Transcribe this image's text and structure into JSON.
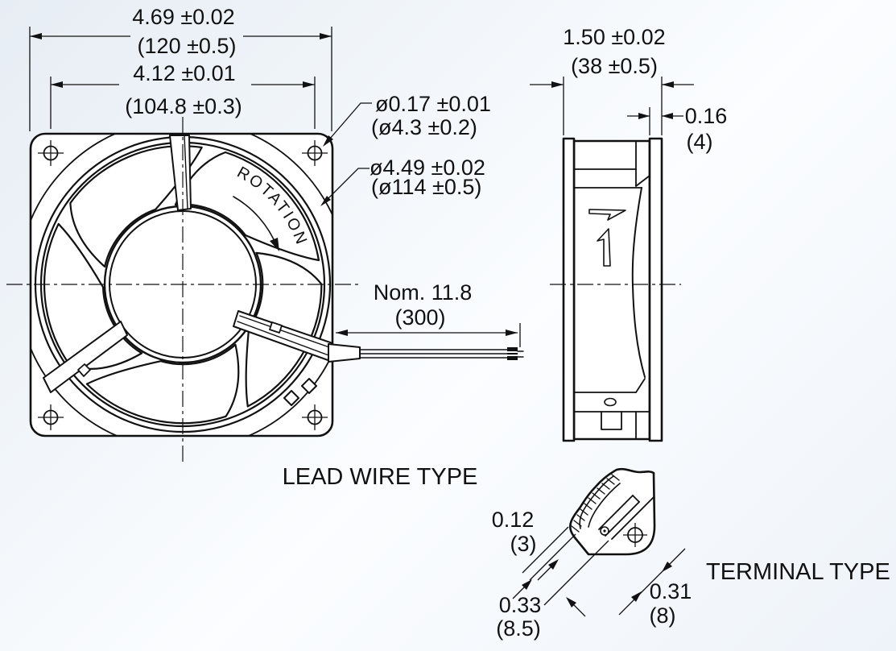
{
  "drawing": {
    "front_view": {
      "caption": "LEAD WIRE TYPE",
      "rotation_label": "ROTATION",
      "width_dim": {
        "inches": "4.69 ±0.02",
        "mm": "(120 ±0.5)"
      },
      "hole_pitch_dim": {
        "inches": "4.12 ±0.01",
        "mm": "(104.8 ±0.3)"
      },
      "mount_hole_dim": {
        "inches": "ø0.17 ±0.01",
        "mm": "(ø4.3 ±0.2)"
      },
      "venturi_dim": {
        "inches": "ø4.49 ±0.02",
        "mm": "(ø114 ±0.5)"
      },
      "lead_wire_dim": {
        "inches": "Nom. 11.8",
        "mm": "(300)"
      }
    },
    "side_view": {
      "depth_dim": {
        "inches": "1.50 ±0.02",
        "mm": "(38 ±0.5)"
      },
      "flange_dim": {
        "inches": "0.16",
        "mm": "(4)"
      }
    },
    "terminal_detail": {
      "caption": "TERMINAL TYPE",
      "wall_dim": {
        "inches": "0.12",
        "mm": "(3)"
      },
      "terminal_pos_dim": {
        "inches": "0.33",
        "mm": "(8.5)"
      },
      "hole_pos_dim": {
        "inches": "0.31",
        "mm": "(8)"
      }
    },
    "colors": {
      "ink": "#111111",
      "paper": "#f3f7fb"
    }
  }
}
